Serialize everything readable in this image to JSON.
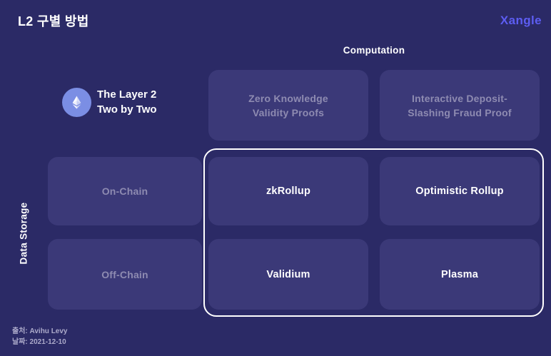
{
  "page": {
    "title": "L2 구별 방법",
    "brand": "Xangle"
  },
  "matrix": {
    "column_axis_label": "Computation",
    "row_axis_label": "Data Storage",
    "corner": {
      "icon": "ethereum-icon",
      "line1": "The Layer 2",
      "line2": "Two by Two"
    },
    "column_headers": [
      {
        "line1": "Zero Knowledge",
        "line2": "Validity Proofs"
      },
      {
        "line1": "Interactive Deposit-",
        "line2": "Slashing Fraud Proof"
      }
    ],
    "row_headers": [
      {
        "label": "On-Chain"
      },
      {
        "label": "Off-Chain"
      }
    ],
    "cells": [
      {
        "label": "zkRollup"
      },
      {
        "label": "Optimistic Rollup"
      },
      {
        "label": "Validium"
      },
      {
        "label": "Plasma"
      }
    ]
  },
  "footer": {
    "source": "출처: Avihu Levy",
    "date": "날짜: 2021-12-10"
  },
  "colors": {
    "background": "#2B2A66",
    "box": "#3B3978",
    "muted_text": "#8E8BB1",
    "white_text": "#FFFFFF",
    "brand_accent": "#5D5DF2",
    "eth_circle": "#7B8EE4",
    "highlight_border": "#FFFFFF"
  }
}
